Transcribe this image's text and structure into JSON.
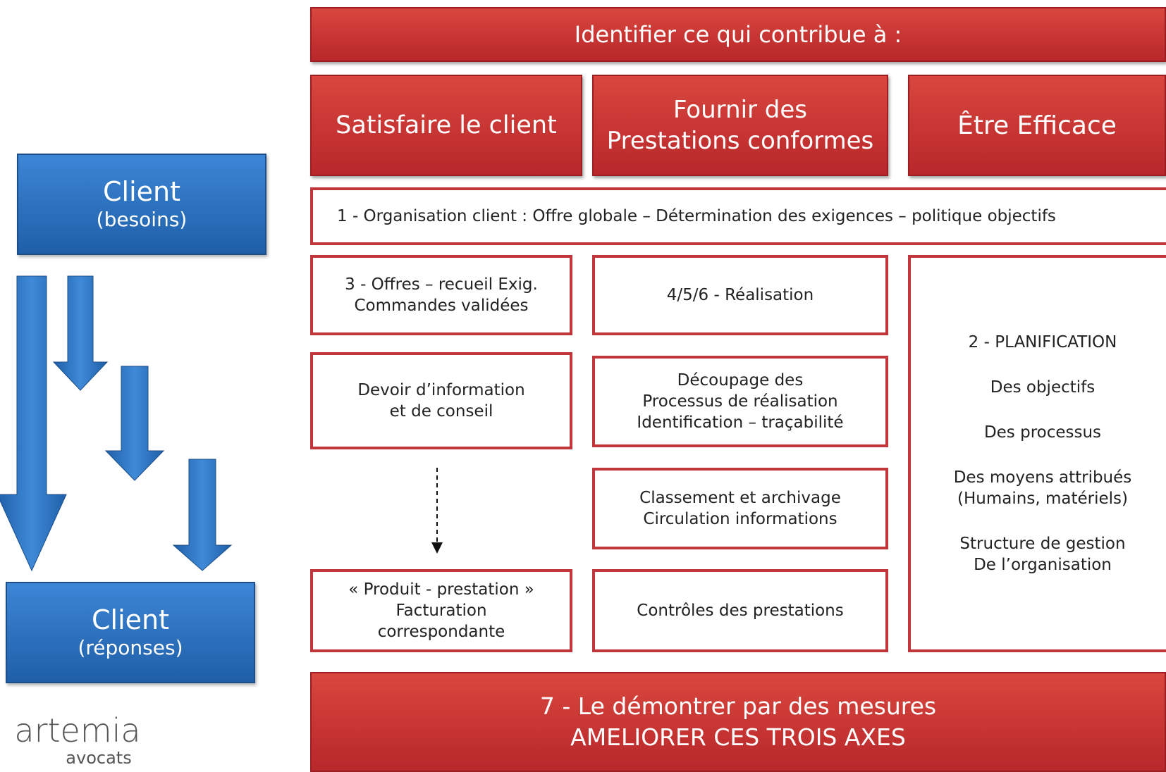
{
  "header": {
    "title": "Identifier ce qui contribue à :"
  },
  "axes": [
    {
      "label": "Satisfaire le client"
    },
    {
      "label": "Fournir des\nPrestations conformes"
    },
    {
      "label": "Être Efficace"
    }
  ],
  "org_row": {
    "text": "1 - Organisation client : Offre globale – Détermination des exigences – politique objectifs"
  },
  "col1": {
    "offres": "3 - Offres – recueil Exig.\nCommandes validées",
    "devoir": "Devoir d’information\net de conseil",
    "produit": "« Produit - prestation »\nFacturation\ncorrespondante"
  },
  "col2": {
    "realisation": "4/5/6 - Réalisation",
    "decoupage": "Découpage des\nProcessus de réalisation\nIdentification – traçabilité",
    "classement": "Classement et archivage\nCirculation informations",
    "controles": "Contrôles des prestations"
  },
  "planification": {
    "title": "2 - PLANIFICATION",
    "items": [
      "Des objectifs",
      "Des processus",
      "Des moyens attribués\n(Humains, matériels)",
      "Structure de gestion\nDe l’organisation"
    ]
  },
  "footer": {
    "text": "7 - Le démontrer par des mesures\nAMELIORER CES TROIS AXES"
  },
  "client_top": {
    "title": "Client",
    "subtitle": "(besoins)"
  },
  "client_bottom": {
    "title": "Client",
    "subtitle": "(réponses)"
  },
  "logo": {
    "name": "artemia",
    "sub": "avocats"
  },
  "colors": {
    "red": "#c0363a",
    "blue": "#2a6fc0"
  }
}
